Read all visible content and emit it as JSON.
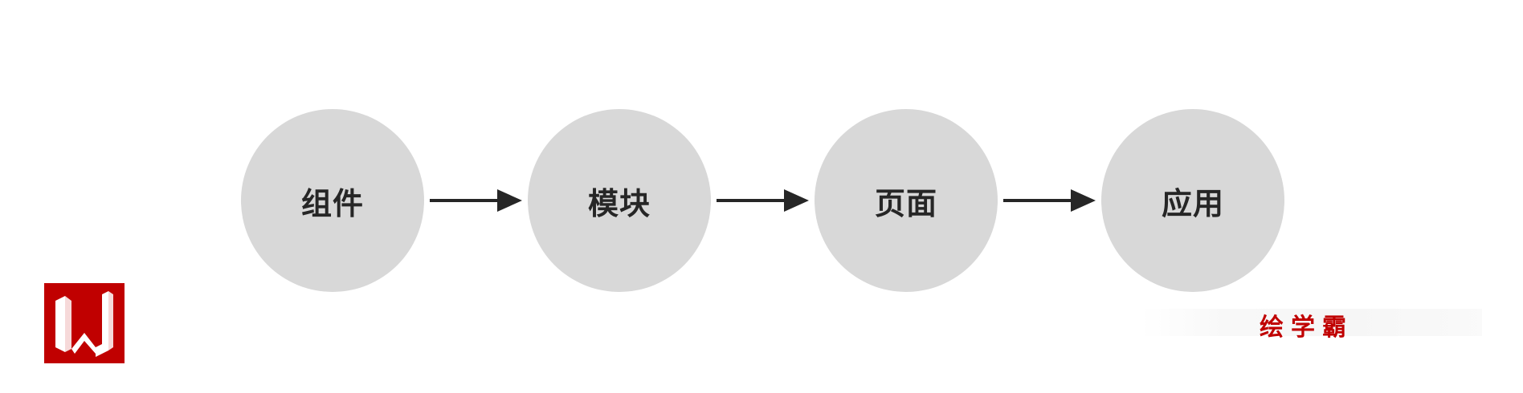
{
  "diagram": {
    "nodes": [
      {
        "id": "n1",
        "label": "组件"
      },
      {
        "id": "n2",
        "label": "模块"
      },
      {
        "id": "n3",
        "label": "页面"
      },
      {
        "id": "n4",
        "label": "应用"
      }
    ],
    "edges": [
      {
        "from": "n1",
        "to": "n2"
      },
      {
        "from": "n2",
        "to": "n3"
      },
      {
        "from": "n3",
        "to": "n4"
      }
    ],
    "node_color": "#d8d8d8",
    "arrow_color": "#262626"
  },
  "branding": {
    "logo_icon": "letter-w-logo-icon",
    "logo_color": "#c00000",
    "watermark_text": "绘学霸",
    "watermark_color": "#c00000"
  }
}
